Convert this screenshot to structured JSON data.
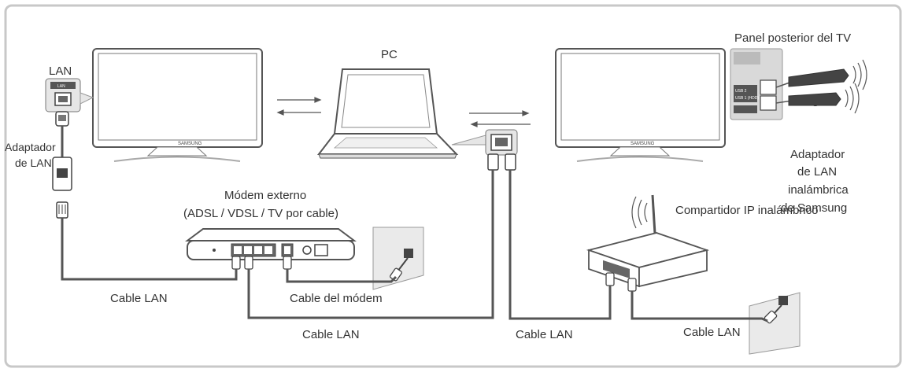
{
  "labels": {
    "pc": "PC",
    "lan_port": "LAN",
    "lan_port_tag": "LAN",
    "lan_adapter": [
      "Adaptador",
      "de LAN"
    ],
    "tv_rear_panel": "Panel posterior del TV",
    "or": "O",
    "wireless_adapter": [
      "Adaptador",
      "de LAN",
      "inalámbrica",
      "de Samsung"
    ],
    "modem": [
      "Módem externo",
      "(ADSL / VDSL / TV por cable)"
    ],
    "wireless_router": "Compartidor IP inalámbrico",
    "cable_lan_1": "Cable LAN",
    "cable_modem": "Cable del módem",
    "cable_lan_2": "Cable LAN",
    "cable_lan_3": "Cable LAN",
    "cable_lan_4": "Cable LAN",
    "tv_brand": "SAMSUNG"
  },
  "rear_panel_ports": [
    "USB 2",
    "USB 1 (HDD)"
  ],
  "colors": {
    "frame_border": "#c8c8c8",
    "device_outline": "#555555",
    "cable": "#555555",
    "panel_bg": "#d9d9d9"
  }
}
